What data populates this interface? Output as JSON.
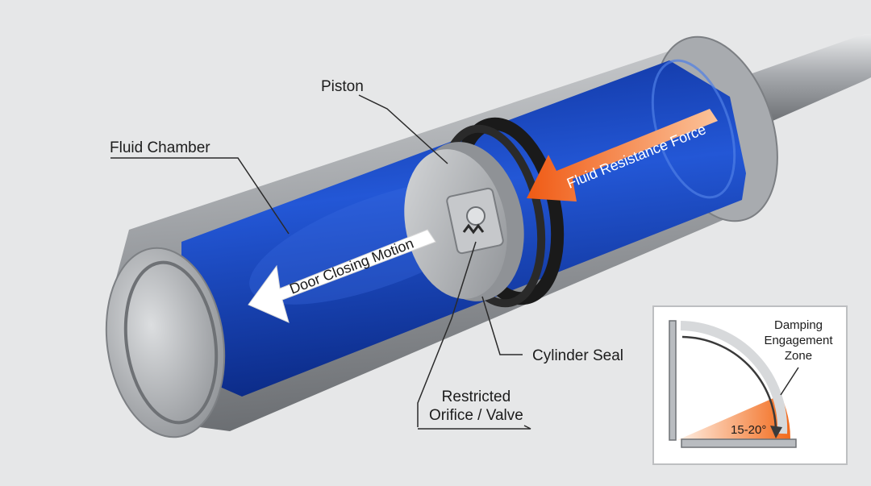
{
  "labels": {
    "piston": "Piston",
    "fluid_chamber": "Fluid Chamber",
    "cylinder_seal": "Cylinder Seal",
    "orifice_line1": "Restricted",
    "orifice_line2": "Orifice / Valve",
    "door_closing_motion": "Door Closing Motion",
    "fluid_resistance_force": "Fluid Resistance Force"
  },
  "inset": {
    "zone_line1": "Damping",
    "zone_line2": "Engagement",
    "zone_line3": "Zone",
    "angle": "15-20°"
  },
  "colors": {
    "background": "#e6e7e8",
    "fluid": "#1f4fc8",
    "fluid_dark": "#0a2a8a",
    "metal": "#b9bcc0",
    "resistance_arrow": "#f26a1b",
    "motion_arrow": "#ffffff"
  }
}
